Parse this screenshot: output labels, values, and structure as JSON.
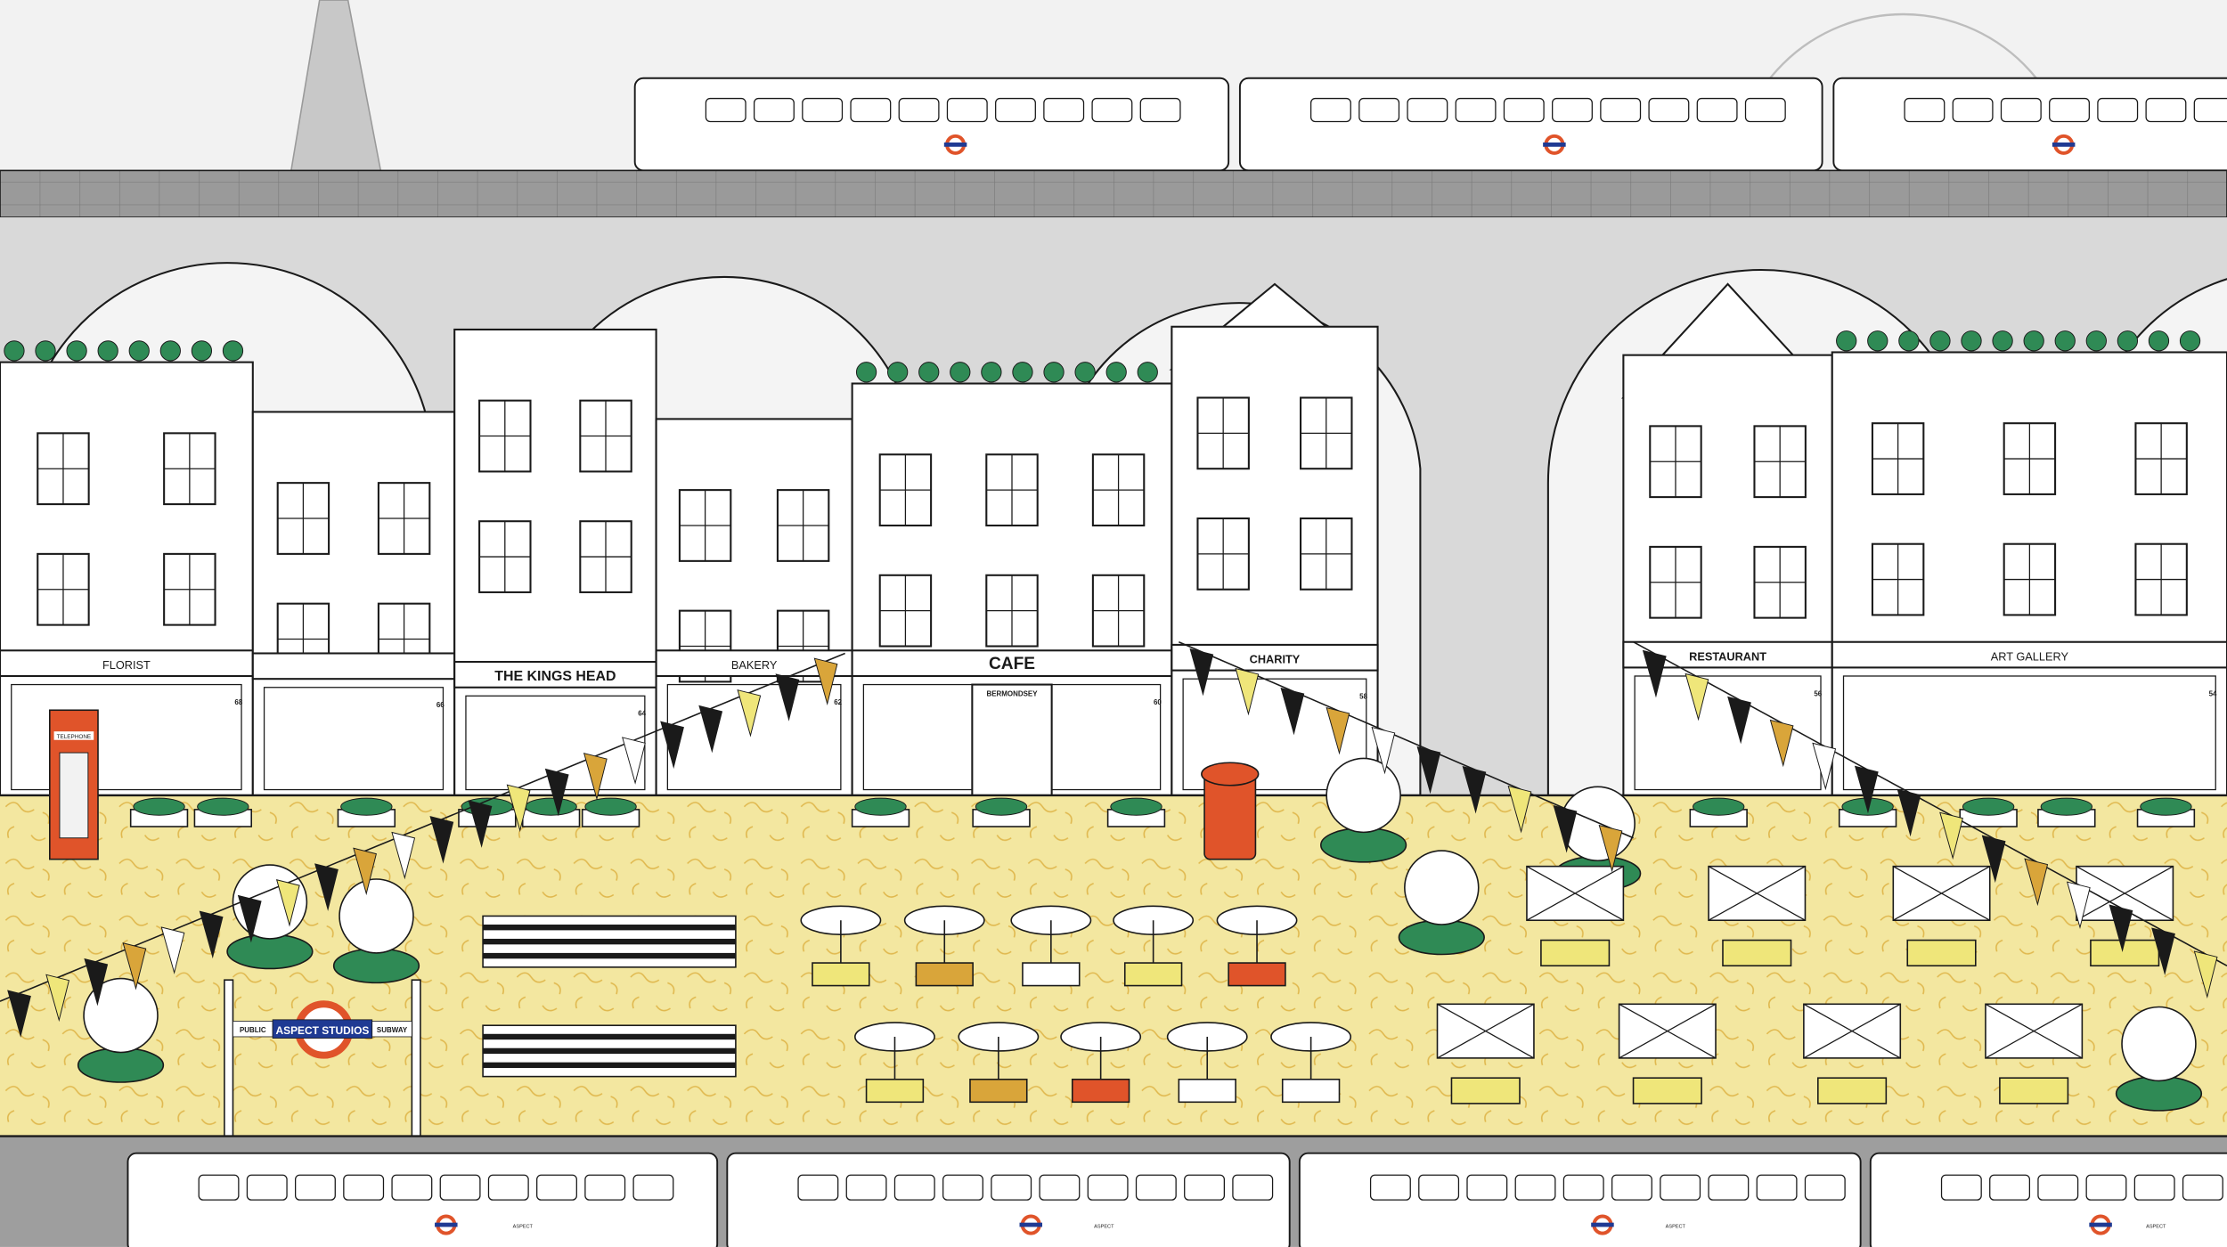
{
  "shops": [
    {
      "name": "FLORIST",
      "number": "68"
    },
    {
      "name": "",
      "number": "66"
    },
    {
      "name": "THE KINGS HEAD",
      "number": "64"
    },
    {
      "name": "BAKERY",
      "number": "62"
    },
    {
      "name": "CAFE",
      "number": "60",
      "door_label": "BERMONDSEY"
    },
    {
      "name": "CHARITY",
      "number": "58"
    },
    {
      "name": "RESTAURANT",
      "number": "56"
    },
    {
      "name": "ART GALLERY",
      "number": "54"
    }
  ],
  "phone_box": {
    "label": "TELEPHONE"
  },
  "subway_sign": {
    "left": "PUBLIC",
    "center": "ASPECT STUDIOS",
    "right": "SUBWAY"
  },
  "train_label": "ASPECT",
  "colors": {
    "sky": "#f2f2f2",
    "viaduct": "#d9d9d9",
    "viaduct_deck": "#9a9a9a",
    "plaza": "#f3e7a0",
    "plaza_pattern": "#e0b84e",
    "bunting_black": "#1a1a1a",
    "bunting_yellow": "#efe67a",
    "bunting_gold": "#d9a53a",
    "bunting_white": "#ffffff",
    "tfl_red": "#e0542a",
    "tfl_blue": "#1f3a93",
    "green": "#2f8a55",
    "orange": "#e0542a",
    "mustard": "#d9a53a",
    "yellow": "#efe67a"
  }
}
